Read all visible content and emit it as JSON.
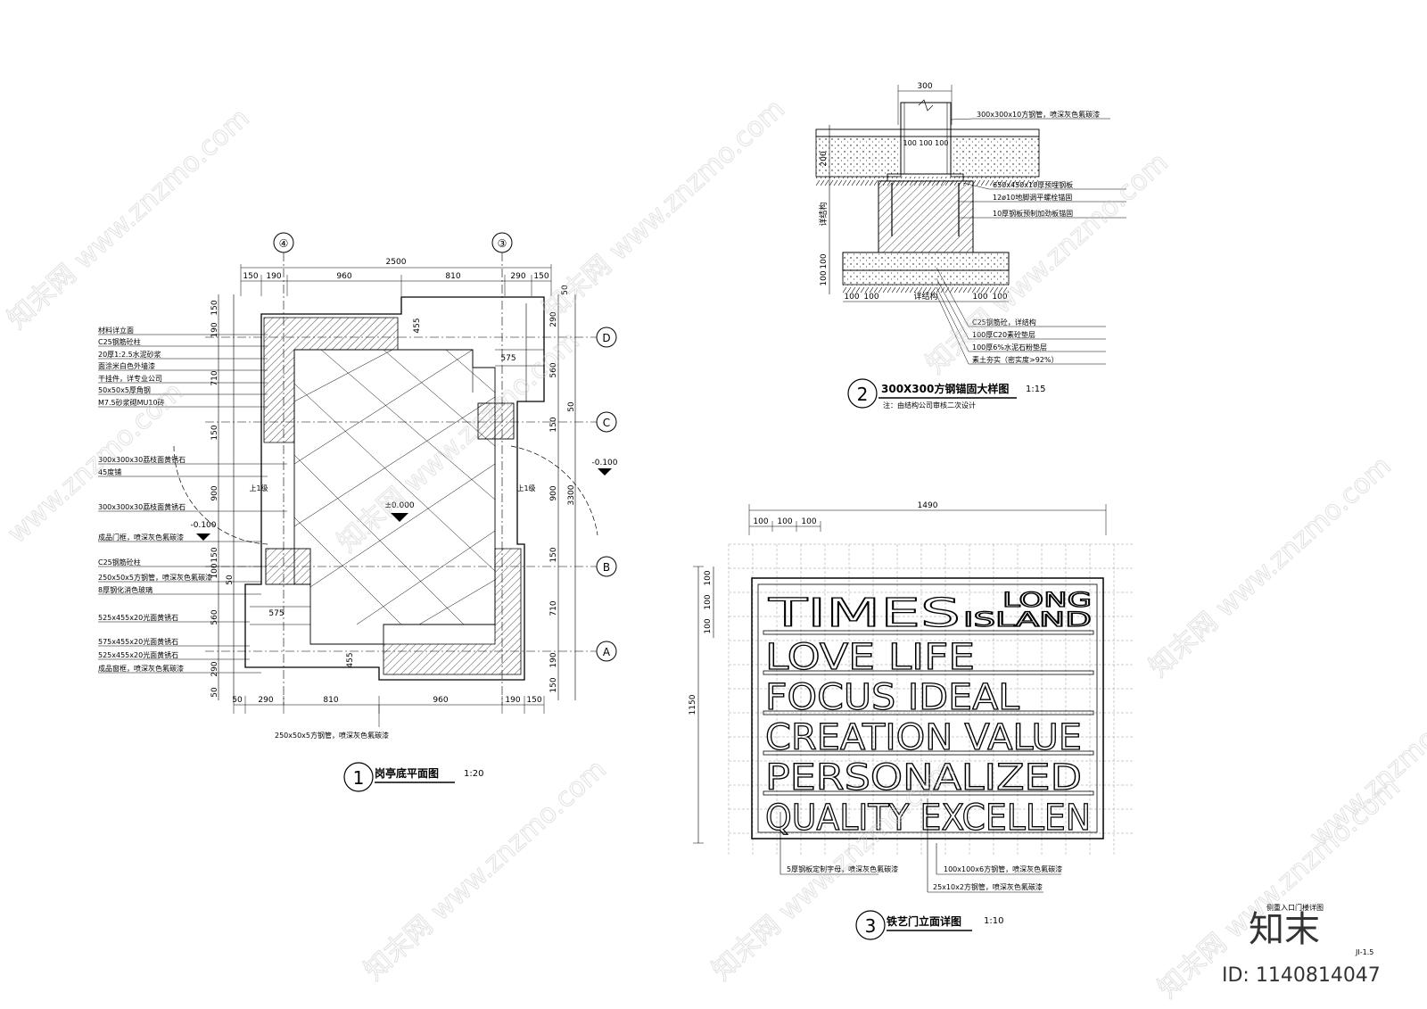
{
  "plan": {
    "title": "岗亭底平面图",
    "scale": "1:20",
    "num": "1",
    "axes": [
      "④",
      "③",
      "D",
      "C",
      "B",
      "A"
    ],
    "top_dims": [
      "150",
      "190",
      "960",
      "810",
      "290",
      "150"
    ],
    "top_total": "2500",
    "bottom_dims": [
      "50",
      "290",
      "810",
      "960",
      "190",
      "150"
    ],
    "left_dims": [
      "150",
      "190",
      "710",
      "150",
      "900",
      "150",
      "100",
      "50",
      "560",
      "290",
      "50"
    ],
    "right_dims": [
      "50",
      "290",
      "560",
      "50",
      "150",
      "900",
      "150",
      "710",
      "190",
      "150"
    ],
    "right_total": "3300",
    "inner_dims": [
      "455",
      "575",
      "575",
      "455"
    ],
    "levels": [
      "±0.000",
      "-0.100",
      "-0.100"
    ],
    "step": "上1级",
    "bottom_note": "250x50x5方钢管，喷深灰色氟碳漆",
    "labels": [
      "材料详立面",
      "C25钢筋砼柱",
      "20厚1:2.5水泥砂浆",
      "面涂米白色外墙漆",
      "干挂件，详专业公司",
      "50x50x5厚角钢",
      "M7.5砂浆砌MU10砖",
      "300x300x30荔枝面黄锈石",
      "45度铺",
      "300x300x30荔枝面黄锈石",
      "成品门框，喷深灰色氟碳漆",
      "C25钢筋砼柱",
      "250x50x5方钢管，喷深灰色氟碳漆",
      "8厚钢化消色玻璃",
      "525x455x20光面黄锈石",
      "575x455x20光面黄锈石",
      "525x455x20光面黄锈石",
      "成品窗框，喷深灰色氟碳漆"
    ]
  },
  "anchor": {
    "title": "300X300方钢锚固大样图",
    "scale": "1:15",
    "num": "2",
    "note": "注：由结构公司审核二次设计",
    "top_dim": "300",
    "sub_dims": "100 100 100",
    "left_labels": [
      "200",
      "详结构",
      "100",
      "100"
    ],
    "bottom_dims": [
      "100",
      "100",
      "详结构",
      "100",
      "100"
    ],
    "labels": [
      "300x300x10方钢管，喷深灰色氟碳漆",
      "650x450x10厚预埋钢板",
      "12ø10地脚调平螺栓锚固",
      "10厚钢板预制加劲板锚固",
      "C25钢筋砼，详结构",
      "100厚C20素砼垫层",
      "100厚6%水泥石粉垫层",
      "素土夯实（密实度>92%）"
    ]
  },
  "gate": {
    "title": "铁艺门立面详图",
    "scale": "1:10",
    "num": "3",
    "width_dim": "1490",
    "top_dims": [
      "100",
      "100",
      "100"
    ],
    "height_dim": "1150",
    "left_dims": [
      "100",
      "100",
      "100"
    ],
    "text_times": "TIMES",
    "text_long": "LONG",
    "text_island": "ISLAND",
    "lines": [
      "LOVE LIFE",
      "FOCUS IDEAL",
      "CREATION VALUE",
      "PERSONALIZED",
      "QUALITY EXCELLEN"
    ],
    "labels": [
      "5厚钢板定制字母，喷深灰色氟碳漆",
      "100x100x6方钢管，喷深灰色氟碳漆",
      "25x10x2方钢管，喷深灰色氟碳漆"
    ]
  },
  "sheet": {
    "code": "JI-1.5",
    "stamp": "侧重入口门楼详图"
  },
  "watermark": {
    "text": "www.znzmo.com",
    "brand": "知末",
    "brand_cn": "知末网",
    "id": "ID: 1140814047"
  }
}
